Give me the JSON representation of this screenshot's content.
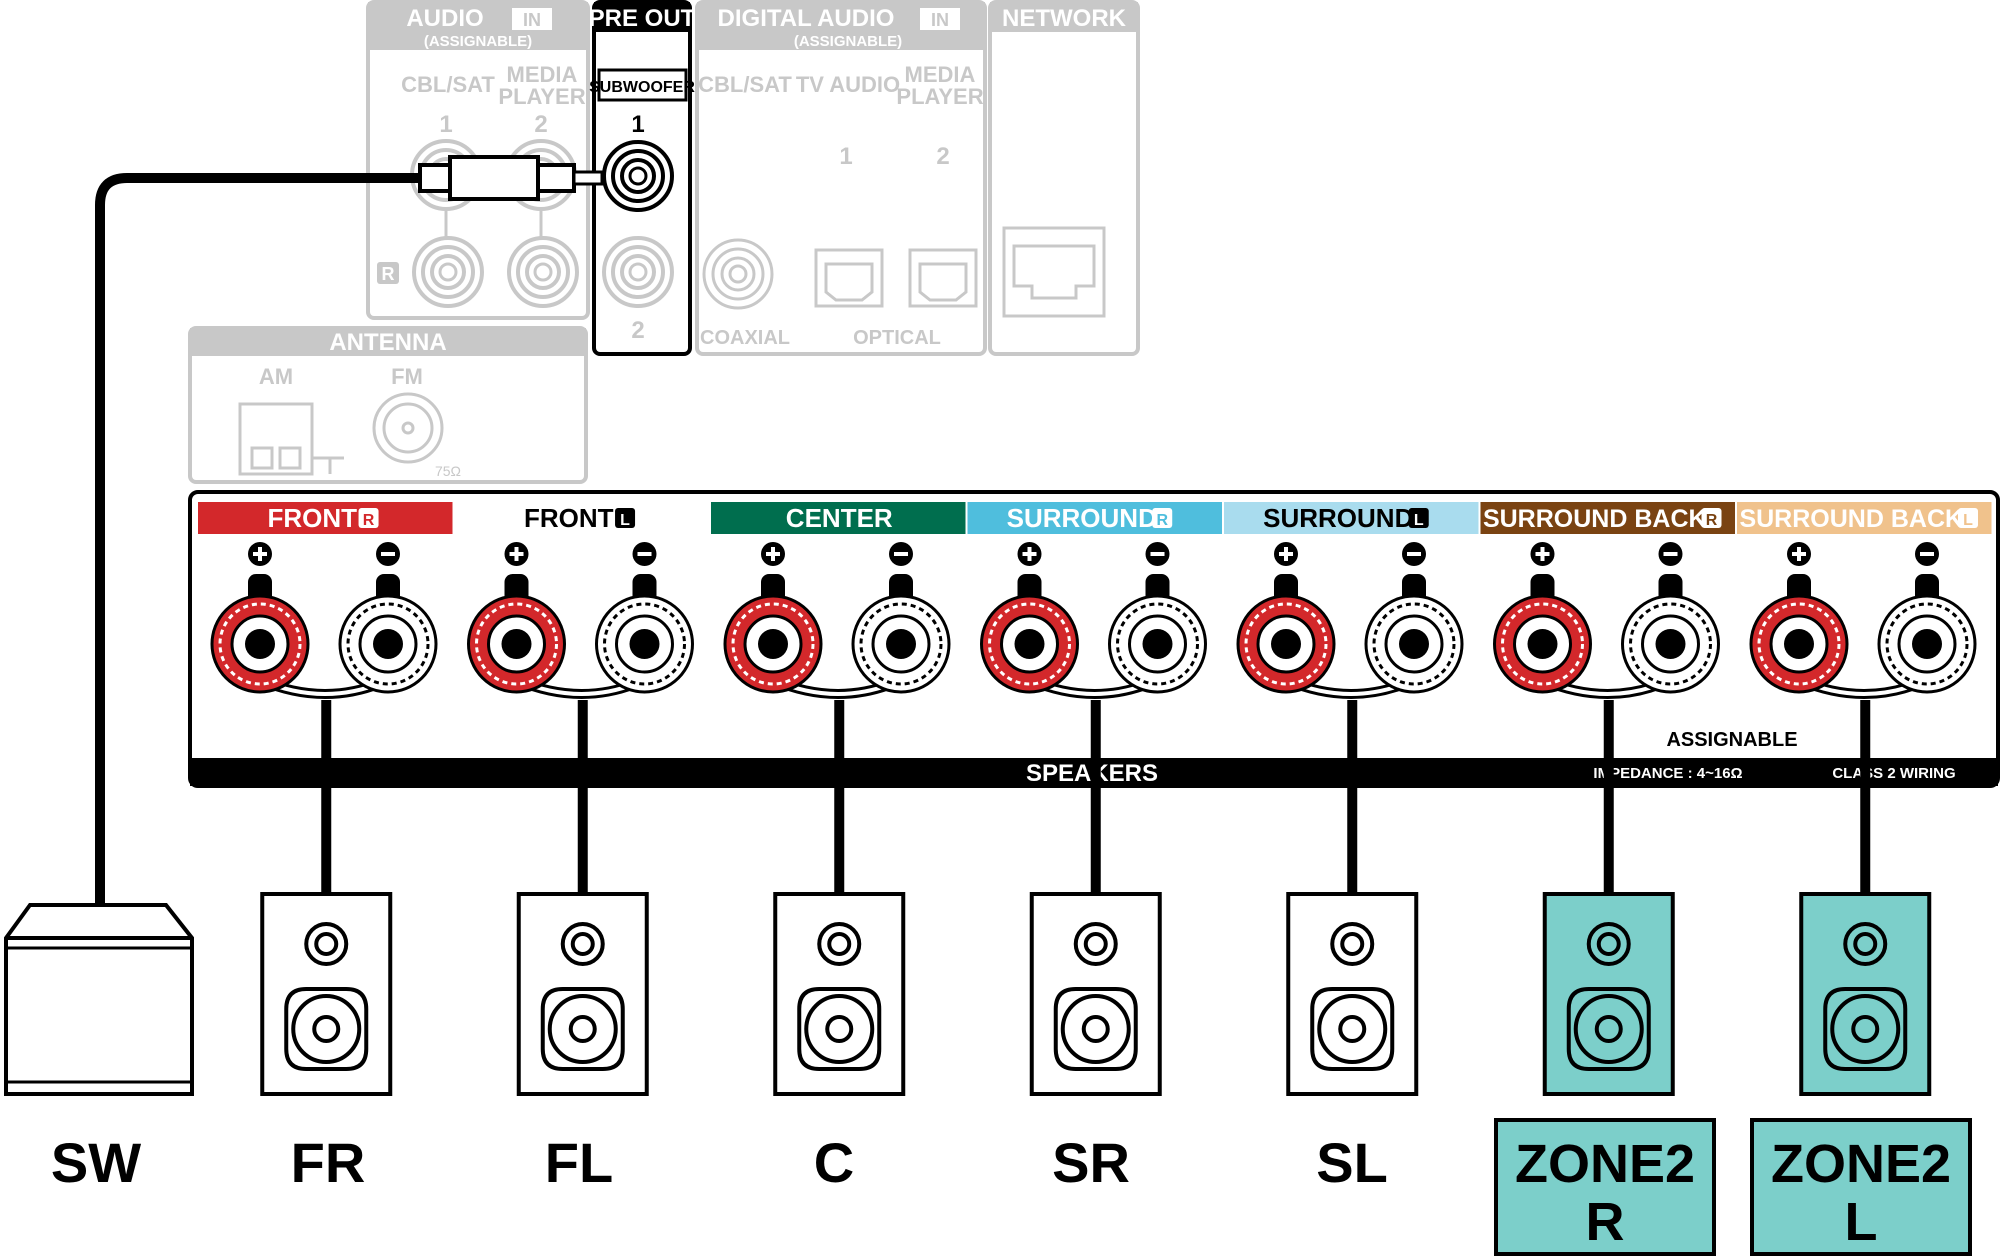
{
  "top_panel": {
    "audio_in": {
      "title": "AUDIO",
      "in_tag": "IN",
      "sub": "(ASSIGNABLE)",
      "col1": "CBL/SAT",
      "col2a": "MEDIA",
      "col2b": "PLAYER",
      "num1": "1",
      "num2": "2",
      "r_tag": "R"
    },
    "pre_out": {
      "title": "PRE OUT",
      "sub": "SUBWOOFER",
      "num1": "1",
      "num2": "2"
    },
    "digital_audio": {
      "title": "DIGITAL AUDIO",
      "in_tag": "IN",
      "sub": "(ASSIGNABLE)",
      "col1": "CBL/SAT",
      "col2": "TV AUDIO",
      "col3a": "MEDIA",
      "col3b": "PLAYER",
      "num1": "1",
      "num2": "2",
      "coaxial": "COAXIAL",
      "optical": "OPTICAL"
    },
    "network": {
      "title": "NETWORK"
    },
    "antenna": {
      "title": "ANTENNA",
      "am": "AM",
      "fm": "FM",
      "ohm": "75Ω"
    }
  },
  "speakers_panel": {
    "channels": [
      {
        "label": "FRONT",
        "tag": "R",
        "color": "#d3282b"
      },
      {
        "label": "FRONT",
        "tag": "L",
        "color": "#ffffff"
      },
      {
        "label": "CENTER",
        "tag": "",
        "color": "#006e4e"
      },
      {
        "label": "SURROUND",
        "tag": "R",
        "color": "#4fbedd"
      },
      {
        "label": "SURROUND",
        "tag": "L",
        "color": "#a9dcee"
      },
      {
        "label": "SURROUND BACK",
        "tag": "R",
        "color": "#7a4312"
      },
      {
        "label": "SURROUND BACK",
        "tag": "L",
        "color": "#f0c28c"
      }
    ],
    "plus": "+",
    "minus": "−",
    "speakers_label": "SPEAKERS",
    "assignable": "ASSIGNABLE",
    "impedance": "IMPEDANCE : 4~16Ω",
    "class2": "CLASS 2 WIRING"
  },
  "bottom_labels": {
    "sw": "SW",
    "fr": "FR",
    "fl": "FL",
    "c": "C",
    "sr": "SR",
    "sl": "SL",
    "zone2r_line1": "ZONE2",
    "zone2r_line2": "R",
    "zone2l_line1": "ZONE2",
    "zone2l_line2": "L"
  },
  "colors": {
    "zone_fill": "#7ccfca",
    "gray": "#c8c8c8",
    "red_terminal": "#d3282b"
  }
}
